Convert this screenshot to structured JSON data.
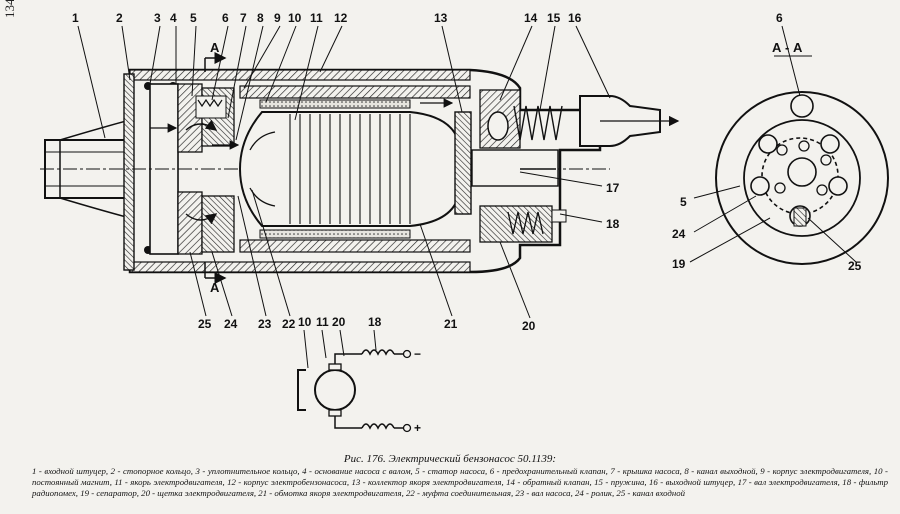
{
  "page_number": "134",
  "section_label": "А - А",
  "callouts": {
    "top": [
      "1",
      "2",
      "3",
      "4",
      "5",
      "6",
      "7",
      "8",
      "9",
      "10",
      "11",
      "12",
      "13",
      "14",
      "15",
      "16"
    ],
    "bottom": [
      "25",
      "24",
      "23",
      "22",
      "21",
      "20"
    ],
    "right": [
      "17",
      "18"
    ],
    "section_a": "А",
    "section_view": [
      "6",
      "5",
      "24",
      "19",
      "25"
    ],
    "circuit": [
      "10",
      "11",
      "20",
      "18"
    ],
    "signs": [
      "−",
      "+"
    ]
  },
  "caption": {
    "title": "Рис. 176. Электрический бензонасос 50.1139:",
    "text": "1 - входной штуцер, 2 - стопорное кольцо, 3 - уплотнительное кольцо, 4 - основание насоса с валом, 5 - статор насоса, 6 - предохранительный клапан, 7 - крышка насоса, 8 - канал выходной, 9 - корпус электродвигателя, 10 - постоянный магнит, 11 - якорь электродвигателя, 12 - корпус электробензонасоса, 13 - коллектор якоря электродвигателя, 14 - обратный клапан, 15 - пружина, 16 - выходной штуцер, 17 - вал электродвигателя, 18 - фильтр радиопомех, 19 - сепаратор, 20 - щетка электродвигателя, 21 - обмотка якоря электродвигателя, 22 - муфта соединительная, 23 - вал насоса, 24 - ролик, 25 - канал входной"
  }
}
